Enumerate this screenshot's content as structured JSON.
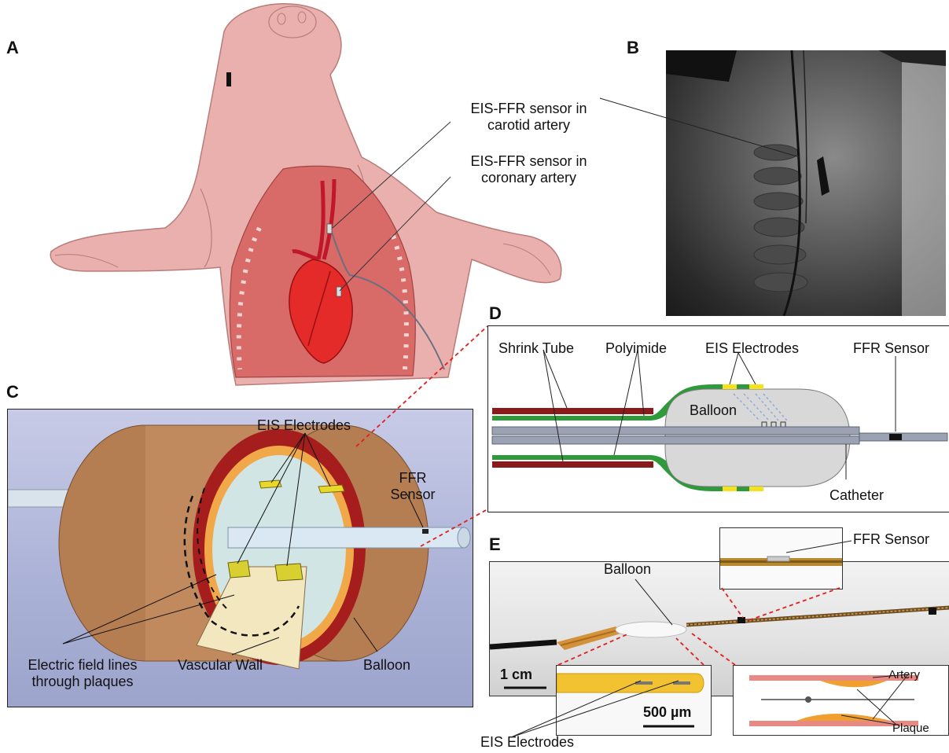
{
  "panels": {
    "a": {
      "letter": "A",
      "label_carotid": "EIS-FFR sensor in\ncarotid artery",
      "label_carotid_1": "EIS-FFR sensor in",
      "label_carotid_2": "carotid artery",
      "label_coronary_1": "EIS-FFR sensor in",
      "label_coronary_2": "coronary artery"
    },
    "b": {
      "letter": "B"
    },
    "c": {
      "letter": "C",
      "eis_electrodes": "EIS Electrodes",
      "ffr_1": "FFR",
      "ffr_2": "Sensor",
      "field_1": "Electric field lines",
      "field_2": "through plaques",
      "vascular_wall": "Vascular Wall",
      "balloon": "Balloon"
    },
    "d": {
      "letter": "D",
      "shrink_tube": "Shrink Tube",
      "polyimide": "Polyimide",
      "eis_electrodes": "EIS Electrodes",
      "ffr_sensor": "FFR Sensor",
      "balloon": "Balloon",
      "catheter": "Catheter"
    },
    "e": {
      "letter": "E",
      "ffr_sensor": "FFR Sensor",
      "balloon": "Balloon",
      "scale_1cm": "1 cm",
      "scale_500": "500 µm",
      "eis_electrodes": "EIS Electrodes",
      "artery": "Artery",
      "plaque": "Plaque"
    }
  },
  "colors": {
    "skin": "#eab0ad",
    "skin_dark": "#b87c7a",
    "chest": "#d86a68",
    "heart": "#e52a2a",
    "shrink_tube": "#8b1a1a",
    "polyimide": "#2e9a3a",
    "electrode": "#f5e21c",
    "catheter": "#9aa2b4",
    "balloon": "#d8d8d8",
    "panel_c_bg": "#a5acd4",
    "copper": "#b7845a"
  }
}
